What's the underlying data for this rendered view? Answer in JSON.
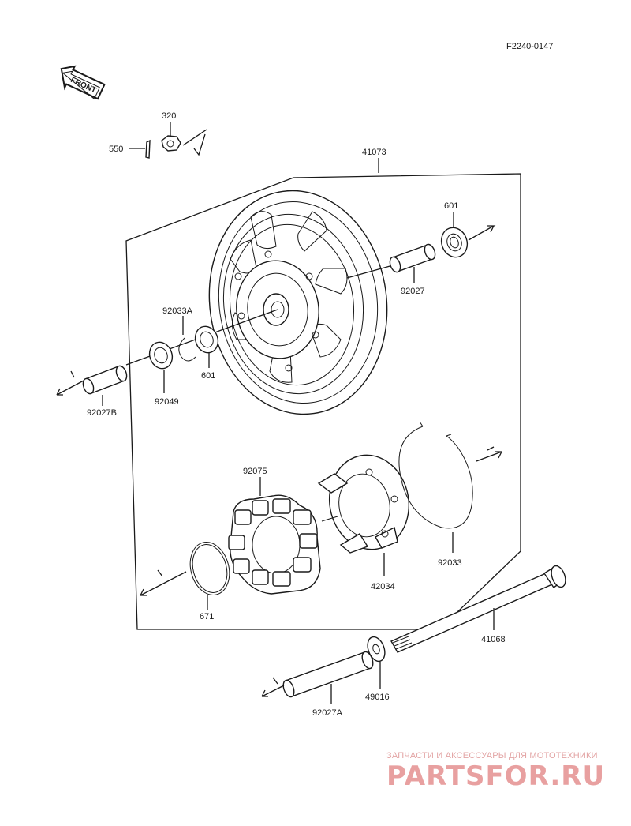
{
  "diagram_code": "F2240-0147",
  "front_badge": "FRONT",
  "parts": {
    "p320": "320",
    "p550": "550",
    "p41073": "41073",
    "p601_right": "601",
    "p92027": "92027",
    "p92033A": "92033A",
    "p601_left": "601",
    "p92049": "92049",
    "p92027B": "92027B",
    "p92075": "92075",
    "p92033": "92033",
    "p42034": "42034",
    "p671": "671",
    "p41068": "41068",
    "p49016": "49016",
    "p92027A": "92027A"
  },
  "watermark": {
    "tagline": "ЗАПЧАСТИ И АКСЕССУАРЫ ДЛЯ МОТОТЕХНИКИ",
    "logo": "PARTSFOR.RU"
  },
  "colors": {
    "line": "#1a1a1a",
    "watermark": "#e8a0a0"
  }
}
